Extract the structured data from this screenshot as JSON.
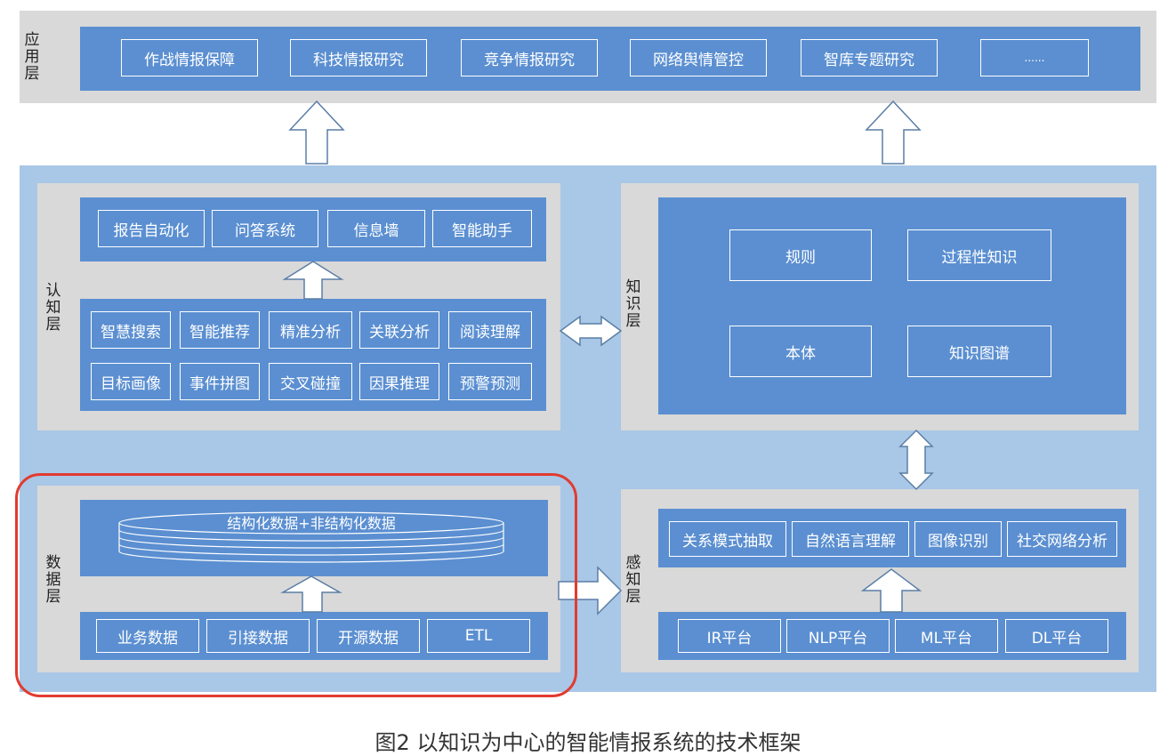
{
  "layers": {
    "application": {
      "label": "应用层",
      "items": [
        "作战情报保障",
        "科技情报研究",
        "竞争情报研究",
        "网络舆情管控",
        "智库专题研究",
        "......"
      ]
    },
    "cognition": {
      "label": "认知层",
      "top_items": [
        "报告自动化",
        "问答系统",
        "信息墙",
        "智能助手"
      ],
      "row1": [
        "智慧搜索",
        "智能推荐",
        "精准分析",
        "关联分析",
        "阅读理解"
      ],
      "row2": [
        "目标画像",
        "事件拼图",
        "交叉碰撞",
        "因果推理",
        "预警预测"
      ]
    },
    "knowledge": {
      "label": "知识层",
      "items": [
        "规则",
        "过程性知识",
        "本体",
        "知识图谱"
      ]
    },
    "data": {
      "label": "数据层",
      "database_label": "结构化数据+非结构化数据",
      "sources": [
        "业务数据",
        "引接数据",
        "开源数据",
        "ETL"
      ]
    },
    "perception": {
      "label": "感知层",
      "items": [
        "关系模式抽取",
        "自然语言理解",
        "图像识别",
        "社交网络分析"
      ],
      "platforms": [
        "IR平台",
        "NLP平台",
        "ML平台",
        "DL平台"
      ]
    }
  },
  "caption": "图2 以知识为中心的智能情报系统的技术框架",
  "colors": {
    "panel_gray": "#d9d9d9",
    "outer_lightblue": "#a9c7e6",
    "box_blue": "#5b8fd1",
    "highlight_red": "#e23b30"
  }
}
